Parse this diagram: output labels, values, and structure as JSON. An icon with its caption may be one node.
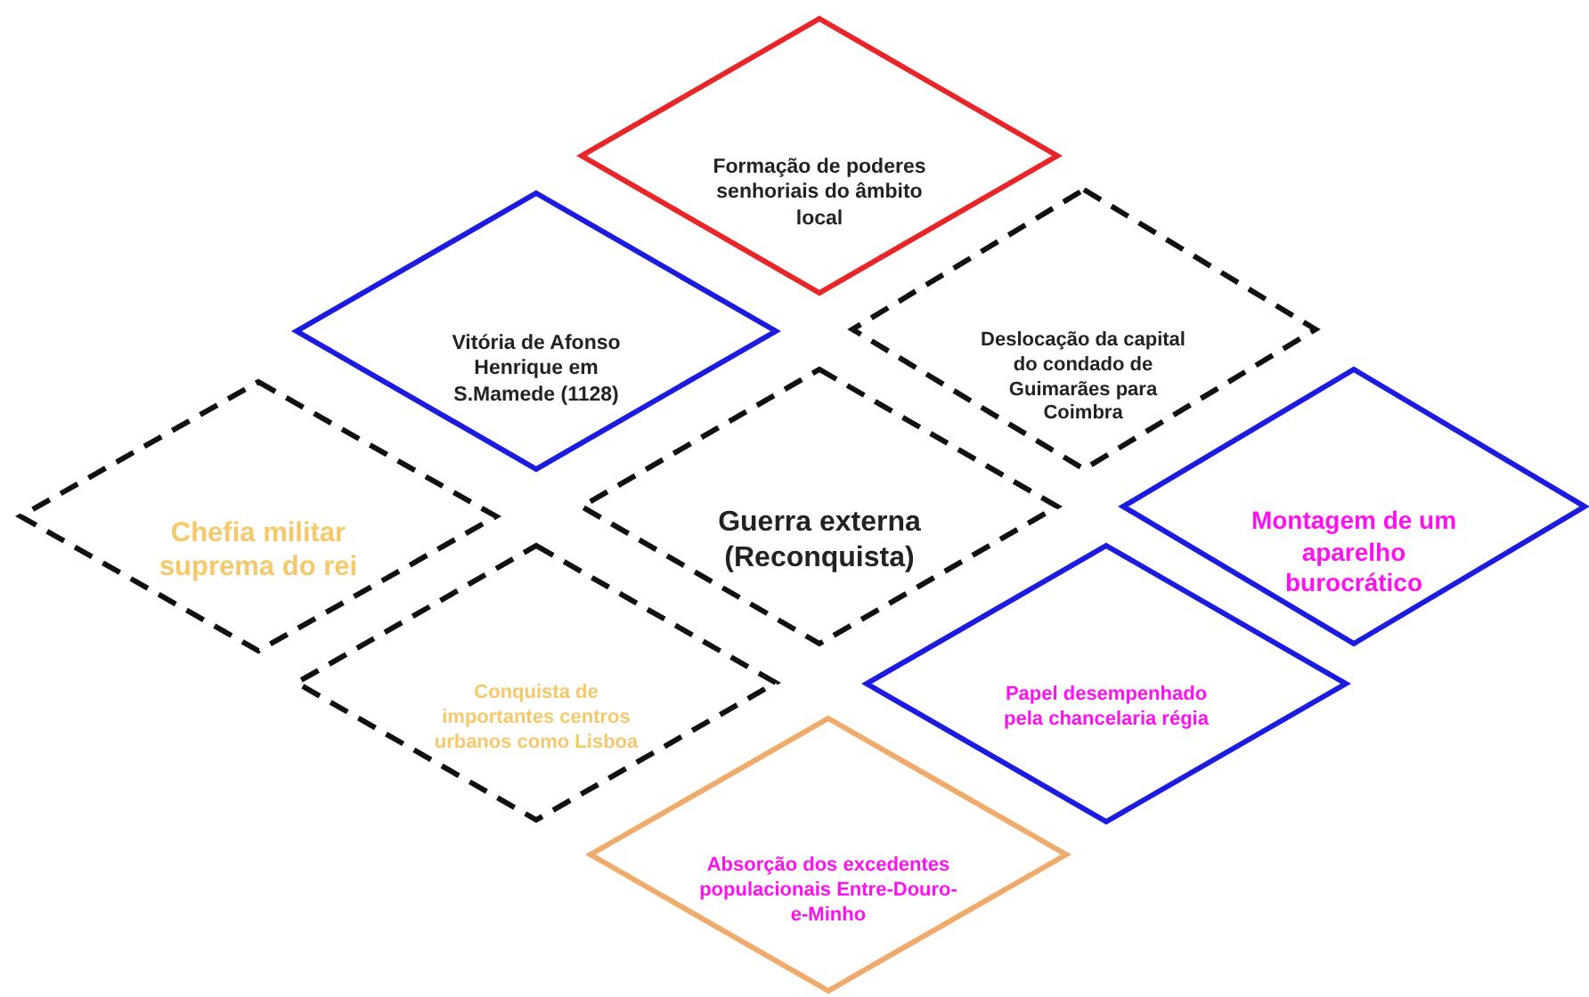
{
  "diagram": {
    "nodes": [
      {
        "text": [
          "Formação de poderes senhoriais do âmbito local"
        ]
      },
      {
        "text": [
          "Vitória de Afonso Henrique em S.Mamede (1128)"
        ]
      },
      {
        "text": [
          "Deslocação da capital do condado de Guimarães para Coimbra"
        ]
      },
      {
        "text": [
          "Chefia militar suprema do rei"
        ]
      },
      {
        "text": [
          "Guerra externa (Reconquista)"
        ]
      },
      {
        "text": [
          "Montagem de um aparelho burocrático"
        ]
      },
      {
        "text": [
          "Conquista de importantes centros urbanos como Lisboa"
        ]
      },
      {
        "text": [
          "Papel desempenhado pela chancelaria régia"
        ]
      },
      {
        "text": [
          "Absorção dos excedentes populacionais Entre-Douro-e-Minho"
        ]
      }
    ],
    "edges": []
  }
}
